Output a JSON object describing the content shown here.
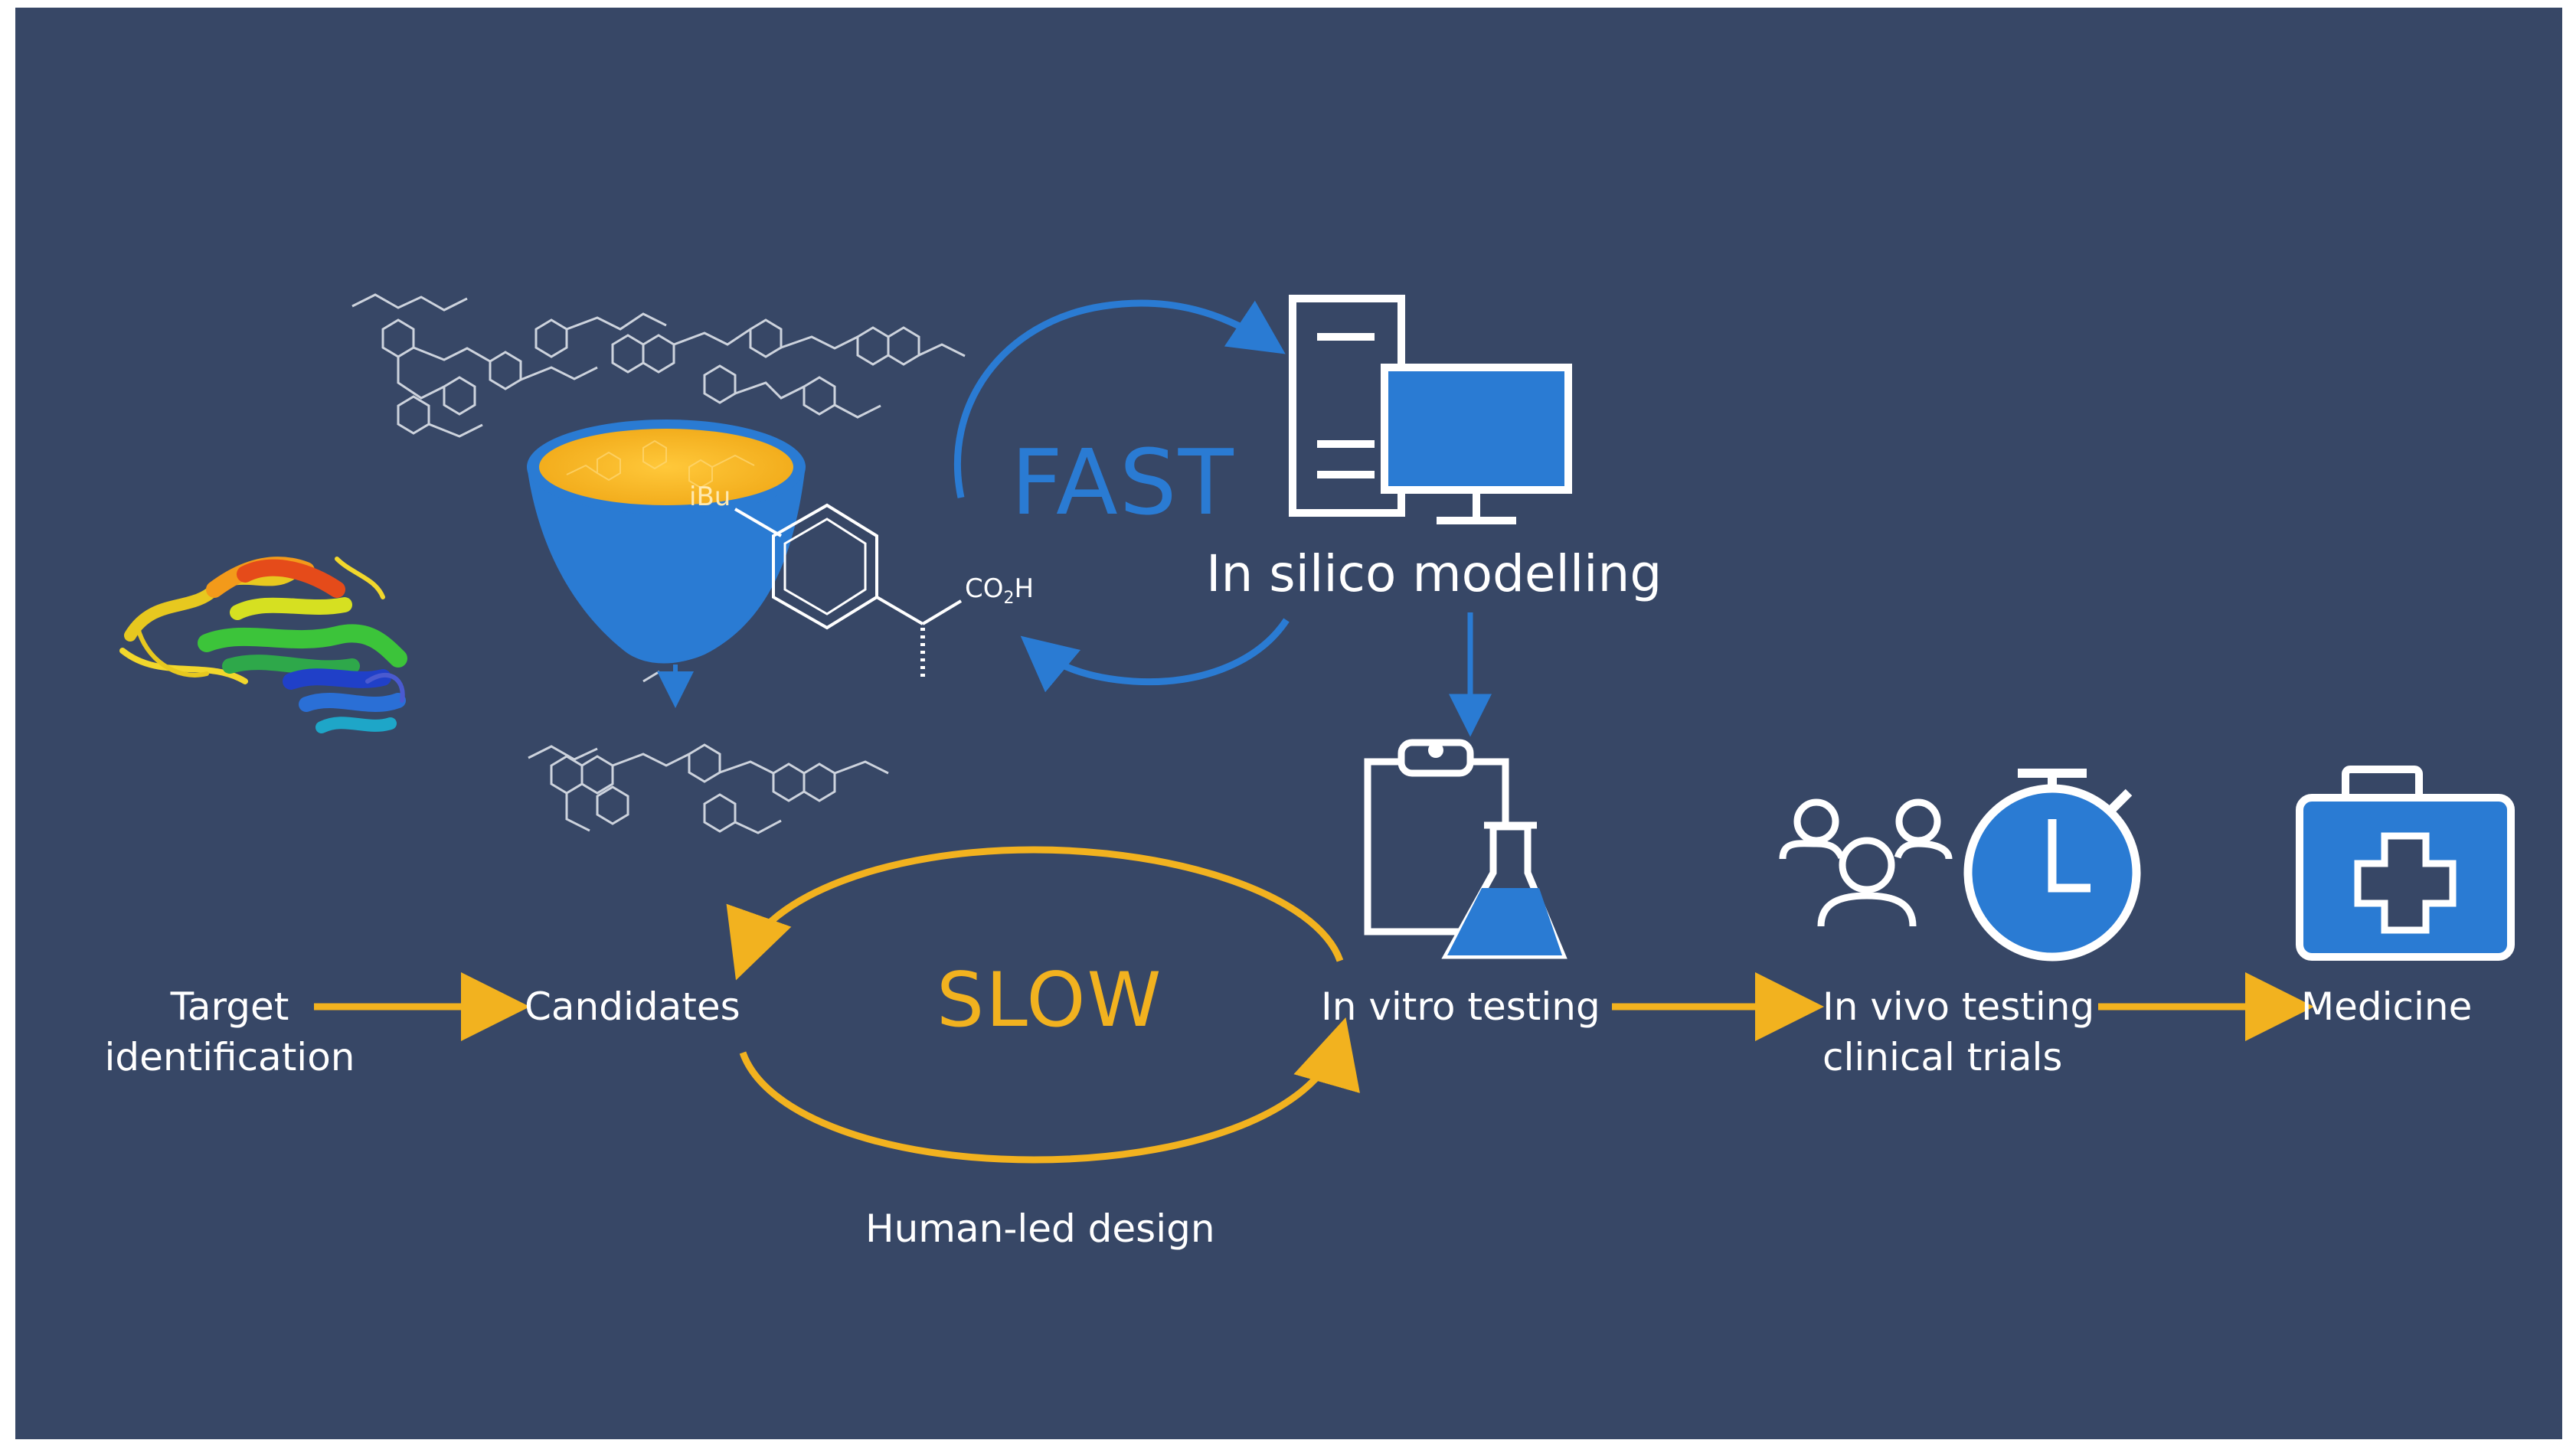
{
  "colors": {
    "background": "#374766",
    "blue_accent": "#2a7bd3",
    "gold_accent": "#f2b21f",
    "text": "#ffffff"
  },
  "loops": {
    "fast_label": "FAST",
    "slow_label": "SLOW",
    "slow_caption": "Human-led design"
  },
  "stages": {
    "target": "Target\nidentification",
    "candidates": "Candidates",
    "in_silico": "In silico modelling",
    "in_vitro": "In vitro testing",
    "in_vivo": "In vivo testing\nclinical trials",
    "medicine": "Medicine"
  },
  "molecule": {
    "ibu_label": "iBu",
    "acid_label_main": "CO",
    "acid_label_sub": "2",
    "acid_label_end": "H"
  },
  "icons": {
    "protein": "protein-ribbon-icon",
    "funnel": "funnel-icon",
    "molecules": "molecule-structures-icon",
    "computer": "server-computer-icon",
    "lab": "clipboard-flask-icon",
    "people": "people-group-icon",
    "stopwatch": "stopwatch-icon",
    "medkit": "first-aid-kit-icon"
  }
}
